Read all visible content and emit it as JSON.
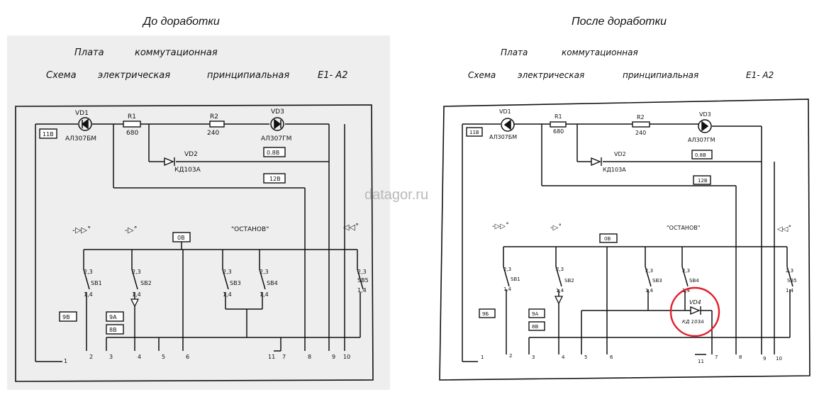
{
  "captions": {
    "before": "До доработки",
    "after": "После доработки"
  },
  "watermark": "datagor.ru",
  "schematic": {
    "title_line1": "Плата",
    "title_line1b": "коммутационная",
    "title_line2a": "Схема",
    "title_line2b": "электрическая",
    "title_line2c": "принципиальная",
    "title_line2d": "Е1- А2",
    "components": {
      "vd1": "VD1",
      "vd1_type": "АЛ307БМ",
      "r1": "R1",
      "r1_val": "680",
      "r2": "R2",
      "r2_val": "240",
      "vd3": "VD3",
      "vd3_type": "АЛ307ГМ",
      "vd2": "VD2",
      "vd2_type": "КД103А",
      "sb1": "SB1",
      "sb2": "SB2",
      "sb3": "SB3",
      "sb4": "SB4",
      "sb5": "SB5",
      "pins_top": "2,3",
      "pins_bottom": "1,4",
      "stop": "\"ОСТАНОВ\"",
      "vd4": "VD4",
      "vd4_type": "КД 103А"
    },
    "wire_tags": {
      "t11b": "11В",
      "t08b": "0.8В",
      "t12b": "12В",
      "t0b": "0В",
      "t9b": "9В",
      "t9a": "9А",
      "t8b": "8В",
      "t9b_right": "9Б"
    },
    "terminals": [
      "1",
      "2",
      "3",
      "4",
      "5",
      "6",
      "11",
      "7",
      "8",
      "9",
      "10"
    ]
  },
  "colors": {
    "ink": "#111111",
    "highlight": "#e0202a",
    "watermark": "#b9b9b9"
  }
}
